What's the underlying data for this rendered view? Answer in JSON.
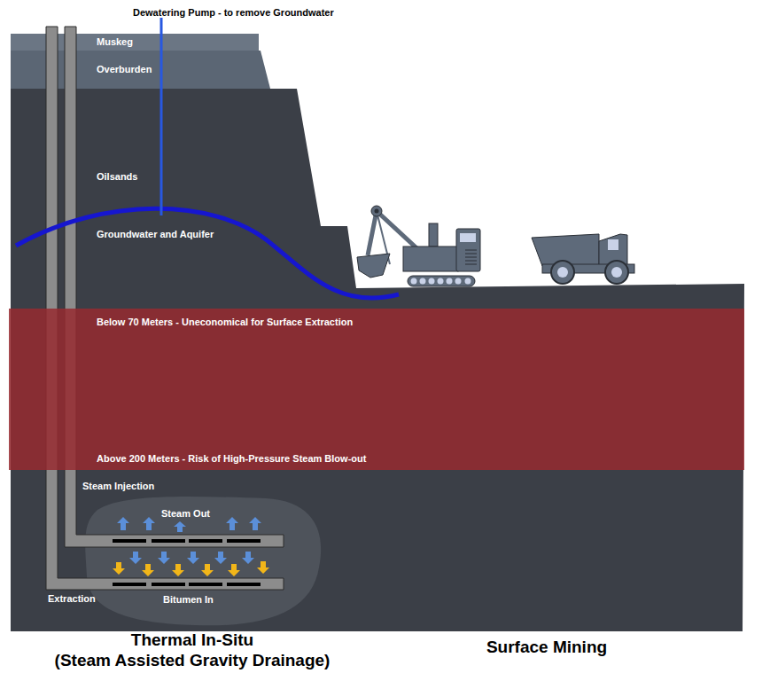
{
  "diagram": {
    "nodes": [
      {
        "text": [
          "Muskeg"
        ]
      },
      {
        "text": [
          "Overburden"
        ]
      },
      {
        "text": [
          "Below 70 Meters - Uneconomical for Surface Extraction",
          "Above 200 Meters - Risk of High-Pressure Steam Blow-out"
        ]
      }
    ],
    "labels": [
      "Dewatering Pump - to remove Groundwater",
      "Oilsands",
      "Groundwater and Aquifer",
      "Steam Injection",
      "Steam Out",
      "Extraction",
      "Bitumen In",
      "Thermal In-Situ",
      "(Steam Assisted Gravity Drainage)",
      "Surface Mining"
    ]
  }
}
